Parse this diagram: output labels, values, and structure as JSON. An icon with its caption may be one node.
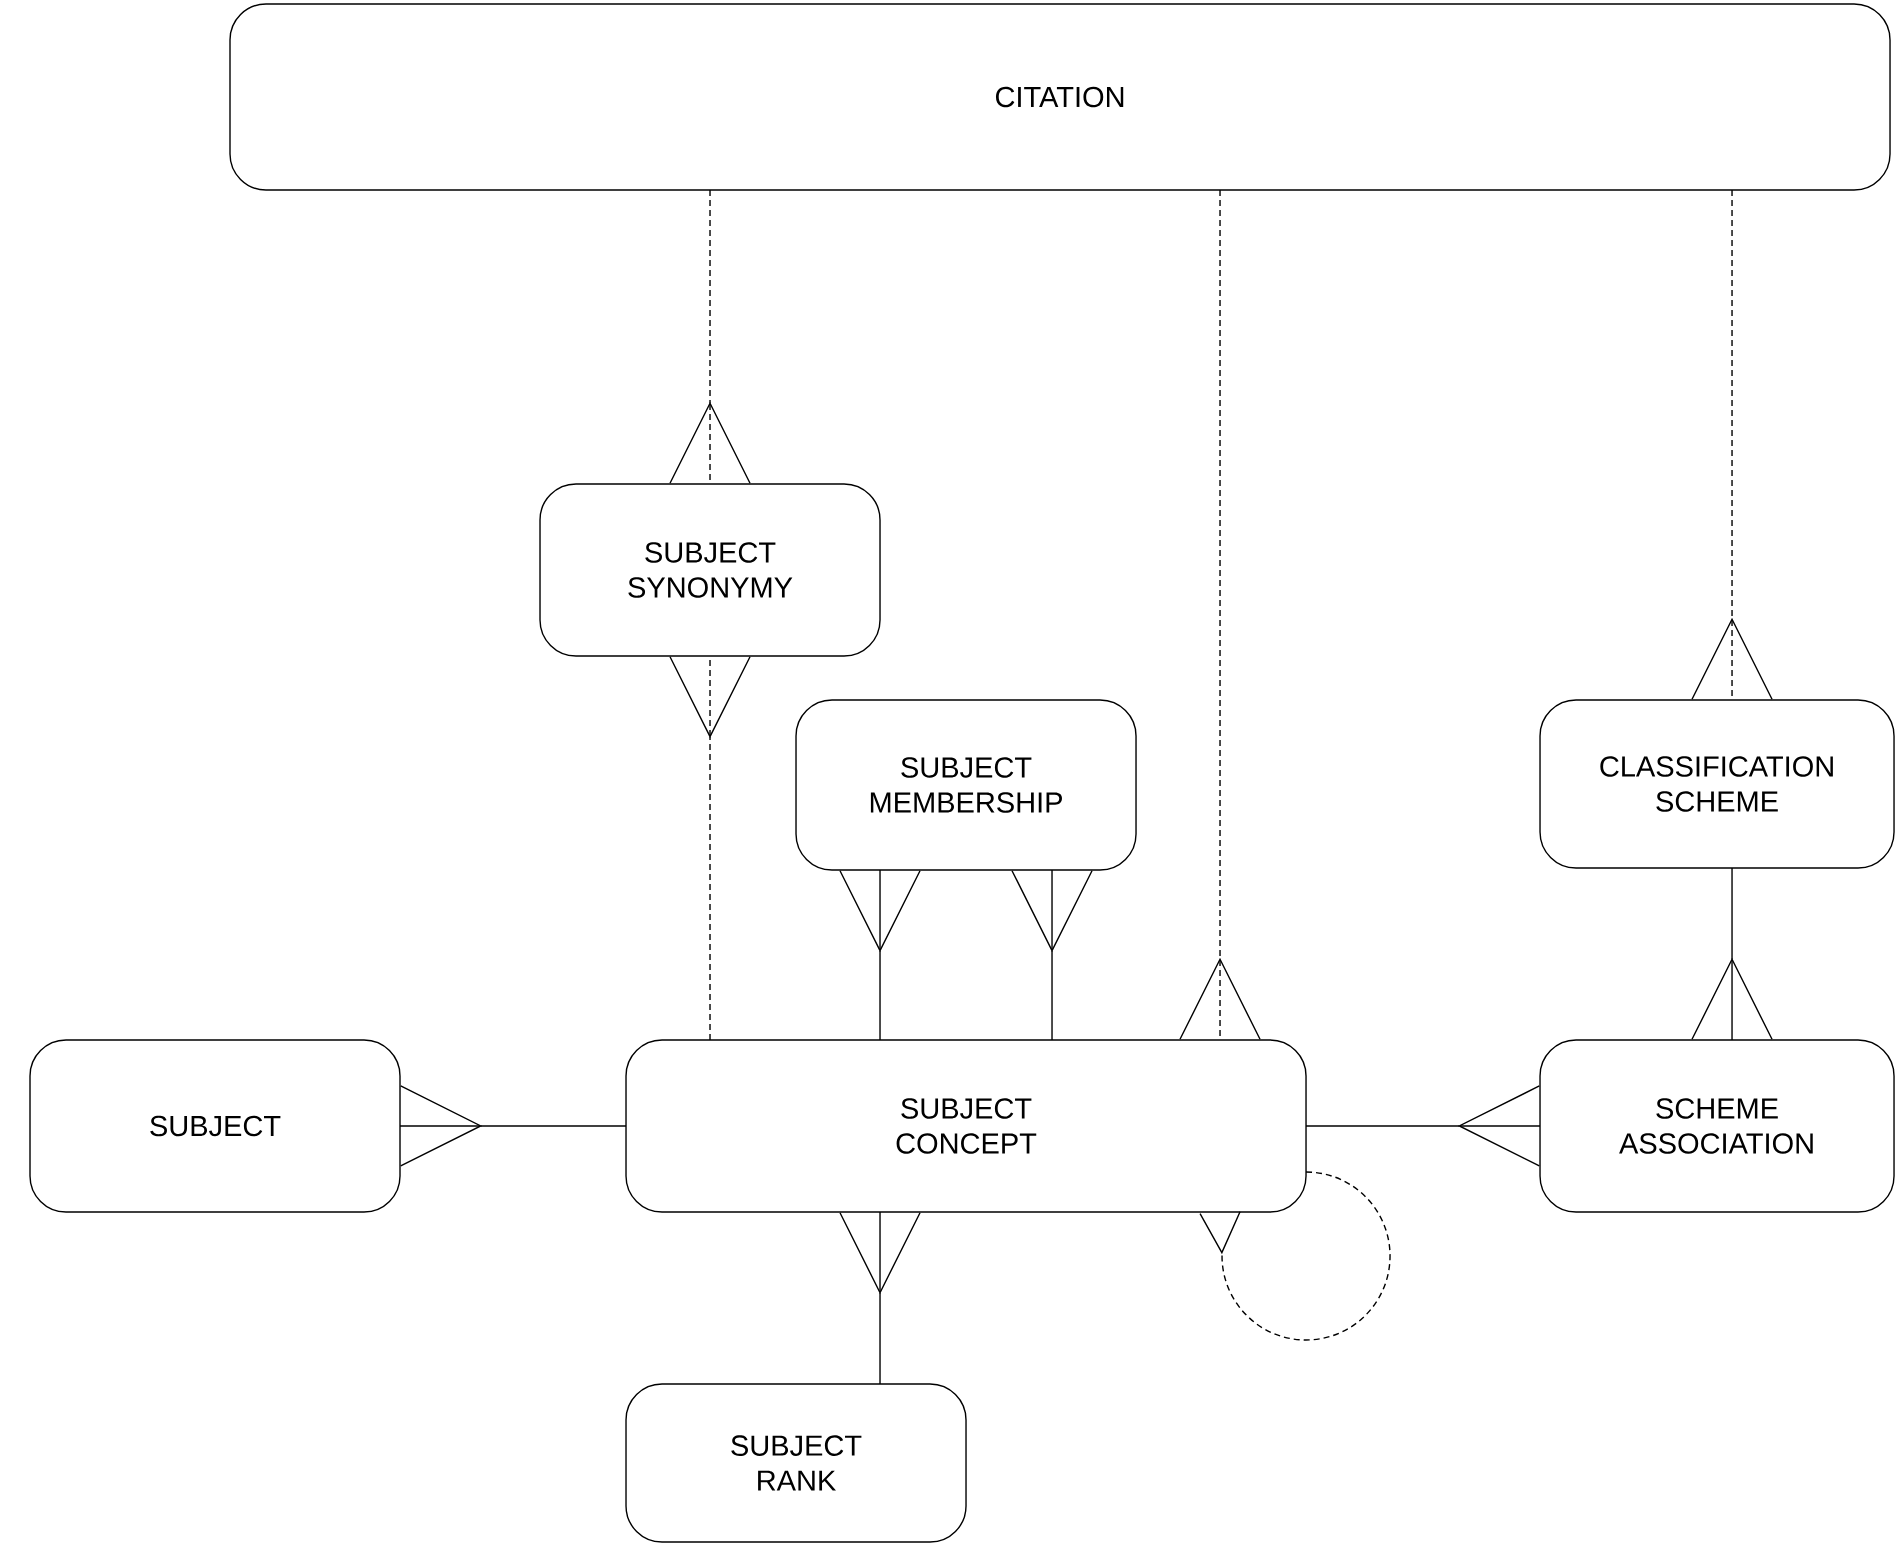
{
  "diagram": {
    "nodes": [
      {
        "text": [
          "CITATION"
        ]
      },
      {
        "text": [
          "SUBJECT SYNONYMY"
        ]
      },
      {
        "text": [
          "SUBJECT MEMBERSHIP"
        ]
      },
      {
        "text": [
          "CLASSIFICATION SCHEME"
        ]
      },
      {
        "text": [
          "SUBJECT"
        ]
      },
      {
        "text": [
          "SUBJECT CONCEPT"
        ]
      },
      {
        "text": [
          "SCHEME ASSOCIATION"
        ]
      },
      {
        "text": [
          "SUBJECT RANK"
        ]
      }
    ],
    "edges": [
      {
        "from": 0,
        "to": 1,
        "arrow": "other",
        "style": "dashed"
      },
      {
        "from": 5,
        "to": 1,
        "arrow": "other",
        "style": "dashed"
      },
      {
        "from": 5,
        "to": 2,
        "arrow": "other"
      },
      {
        "from": 5,
        "to": 2,
        "arrow": "other"
      },
      {
        "from": 0,
        "to": 5,
        "arrow": "other",
        "style": "dashed"
      },
      {
        "from": 0,
        "to": 3,
        "arrow": "other",
        "style": "dashed"
      },
      {
        "from": 3,
        "to": 6,
        "arrow": "other"
      },
      {
        "from": 5,
        "to": 6,
        "arrow": "other"
      },
      {
        "from": 5,
        "to": 4,
        "arrow": "other"
      },
      {
        "from": 7,
        "to": 5,
        "arrow": "other"
      },
      {
        "from": 5,
        "to": 5,
        "arrow": "other",
        "style": "dashed"
      }
    ]
  }
}
